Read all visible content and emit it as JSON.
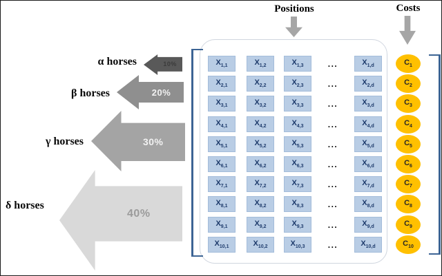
{
  "header": {
    "positions_label": "Positions",
    "costs_label": "Costs"
  },
  "groups": [
    {
      "label": "α horses",
      "pct": "10%"
    },
    {
      "label": "β horses",
      "pct": "20%"
    },
    {
      "label": "γ horses",
      "pct": "30%"
    },
    {
      "label": "δ horses",
      "pct": "40%"
    }
  ],
  "matrix": {
    "position_symbol": "X",
    "cost_symbol": "C",
    "ellipsis": "...",
    "rows": [
      {
        "cells": [
          "1,1",
          "1,2",
          "1,3",
          "1,d"
        ],
        "cost": "1"
      },
      {
        "cells": [
          "2,1",
          "2,2",
          "2,3",
          "2,d"
        ],
        "cost": "2"
      },
      {
        "cells": [
          "3,1",
          "3,2",
          "3,3",
          "3,d"
        ],
        "cost": "3"
      },
      {
        "cells": [
          "4,1",
          "4,2",
          "4,3",
          "4,d"
        ],
        "cost": "4"
      },
      {
        "cells": [
          "5,1",
          "5,2",
          "5,3",
          "5,d"
        ],
        "cost": "5"
      },
      {
        "cells": [
          "6,1",
          "6,2",
          "6,3",
          "6,d"
        ],
        "cost": "6"
      },
      {
        "cells": [
          "7,1",
          "7,2",
          "7,3",
          "7,d"
        ],
        "cost": "7"
      },
      {
        "cells": [
          "8,1",
          "8,2",
          "8,3",
          "8,d"
        ],
        "cost": "8"
      },
      {
        "cells": [
          "9,1",
          "9,2",
          "9,3",
          "9,d"
        ],
        "cost": "9"
      },
      {
        "cells": [
          "10,1",
          "10,2",
          "10,3",
          "10,d"
        ],
        "cost": "10"
      }
    ]
  },
  "colors": {
    "cell_fill": "#b9cde5",
    "cell_text": "#1d3a6b",
    "cost_fill": "#ffc000",
    "bracket": "#3c6494",
    "arrow_10pct": "#595959",
    "arrow_20pct": "#8f8f8f",
    "arrow_30pct": "#a4a4a4",
    "arrow_40pct": "#d9d9d9",
    "down_arrow": "#a6a6a6"
  }
}
